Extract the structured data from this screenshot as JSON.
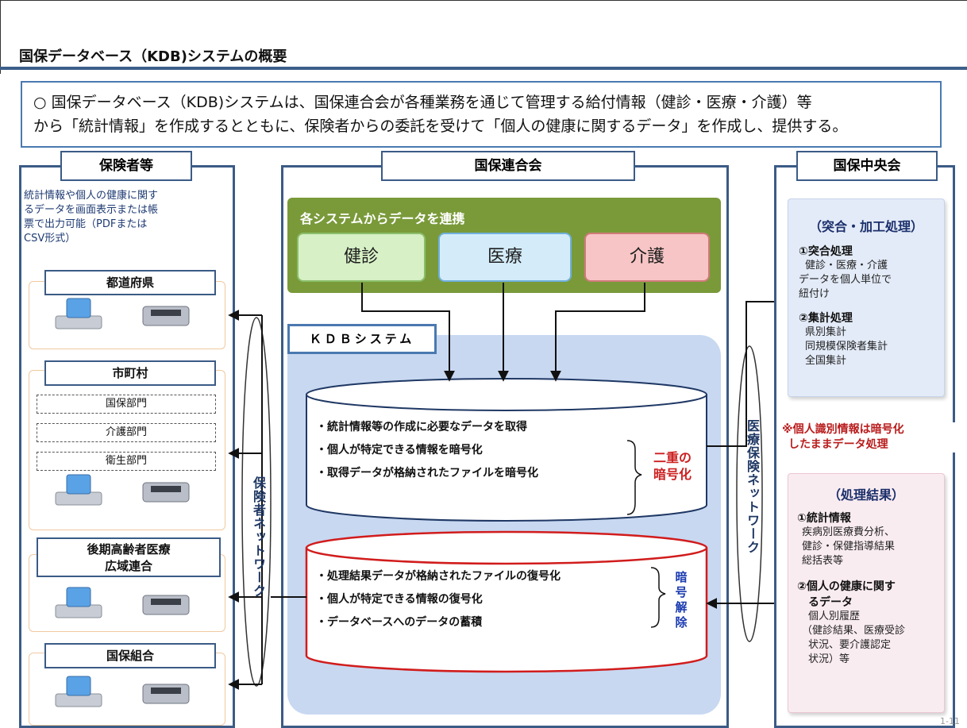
{
  "page": {
    "title": "国保データベース（KDB)システムの概要",
    "summary_line1": "○ 国保データベース（KDB)システムは、国保連合会が各種業務を通じて管理する給付情報（健診・医療・介護）等",
    "summary_line2": "から「統計情報」を作成するとともに、保険者からの委託を受けて「個人の健康に関するデータ」を作成し、提供する。",
    "page_number": "1-11"
  },
  "insurers": {
    "title": "保険者等",
    "description": [
      "統計情報や個人の健康に関す",
      "るデータを画面表示または帳",
      "票で出力可能（PDFまたは",
      "CSV形式）"
    ],
    "orgs": [
      {
        "name": "都道府県"
      },
      {
        "name": "市町村",
        "departments": [
          "国保部門",
          "介護部門",
          "衛生部門"
        ]
      },
      {
        "name_line1": "後期高齢者医療",
        "name_line2": "広域連合"
      },
      {
        "name": "国保組合"
      }
    ],
    "network_label": "保険者ネットワーク"
  },
  "federation": {
    "title": "国保連合会",
    "data_link_label": "各システムからデータを連携",
    "systems": [
      {
        "label": "健診",
        "color": "#d7f0c6"
      },
      {
        "label": "医療",
        "color": "#d4ecfa"
      },
      {
        "label": "介護",
        "color": "#f7c5c5"
      }
    ],
    "kdb_label": "ＫＤＢシステム",
    "upper_cylinder": {
      "items": [
        "・統計情報等の作成に必要なデータを取得",
        "・個人が特定できる情報を暗号化",
        "・取得データが格納されたファイルを暗号化"
      ],
      "note_line1": "二重の",
      "note_line2": "暗号化"
    },
    "lower_cylinder": {
      "items": [
        "・処理結果データが格納されたファイルの復号化",
        "・個人が特定できる情報の復号化",
        "・データベースへのデータの蓄積"
      ],
      "note_chars": [
        "暗",
        "号",
        "解",
        "除"
      ]
    },
    "network_label": "医療保険ネットワーク"
  },
  "central": {
    "title": "国保中央会",
    "match_box": {
      "title": "（突合・加工処理）",
      "item1_head": "①突合処理",
      "item1_lines": [
        "健診・医療・介護",
        "データを個人単位で",
        "紐付け"
      ],
      "item2_head": "②集計処理",
      "item2_lines": [
        "県別集計",
        "同規模保険者集計",
        "全国集計"
      ]
    },
    "note_line1": "※個人識別情報は暗号化",
    "note_line2": "したままデータ処理",
    "result_box": {
      "title": "（処理結果）",
      "item1_head": "①統計情報",
      "item1_lines": [
        "疾病別医療費分析、",
        "健診・保健指導結果",
        "総括表等"
      ],
      "item2_head_line1": "②個人の健康に関す",
      "item2_head_line2": "るデータ",
      "item2_lines": [
        "個人別履歴",
        "（健診結果、医療受診",
        "状況、要介護認定",
        "状況）等"
      ]
    }
  },
  "colors": {
    "frame": "#3b5b86",
    "accent_blue": "#4a79b0",
    "green_panel": "#7a9a3a",
    "kdb_area": "#c8d8f1",
    "red": "#cc1f1f"
  }
}
